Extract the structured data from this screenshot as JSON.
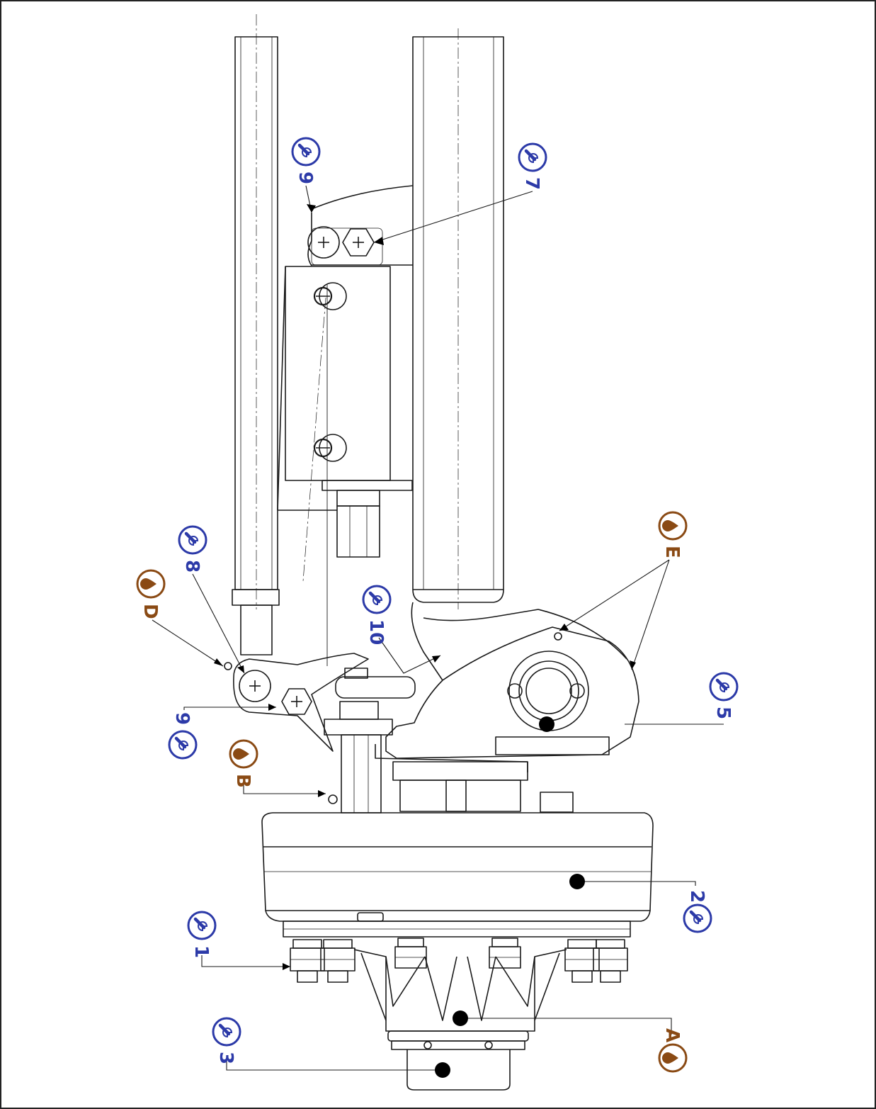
{
  "colors": {
    "torque": "#2c3aa8",
    "lube": "#8a4a14",
    "line": "#1a1a1a",
    "dot": "#000000"
  },
  "torque_callouts": [
    {
      "id": "t1",
      "label": "1",
      "icon": "wrench-icon"
    },
    {
      "id": "t2",
      "label": "2",
      "icon": "wrench-icon"
    },
    {
      "id": "t3",
      "label": "3",
      "icon": "wrench-icon"
    },
    {
      "id": "t5",
      "label": "5",
      "icon": "wrench-icon"
    },
    {
      "id": "t6",
      "label": "6",
      "icon": "wrench-icon"
    },
    {
      "id": "t7",
      "label": "7",
      "icon": "wrench-icon"
    },
    {
      "id": "t8",
      "label": "8",
      "icon": "wrench-icon"
    },
    {
      "id": "t9",
      "label": "9",
      "icon": "wrench-icon"
    },
    {
      "id": "t10",
      "label": "10",
      "icon": "wrench-icon"
    }
  ],
  "lube_callouts": [
    {
      "id": "lA",
      "label": "A",
      "icon": "oil-drop-icon"
    },
    {
      "id": "lB",
      "label": "B",
      "icon": "oil-drop-icon"
    },
    {
      "id": "lD",
      "label": "D",
      "icon": "oil-drop-icon"
    },
    {
      "id": "lE",
      "label": "E",
      "icon": "oil-drop-icon"
    }
  ]
}
